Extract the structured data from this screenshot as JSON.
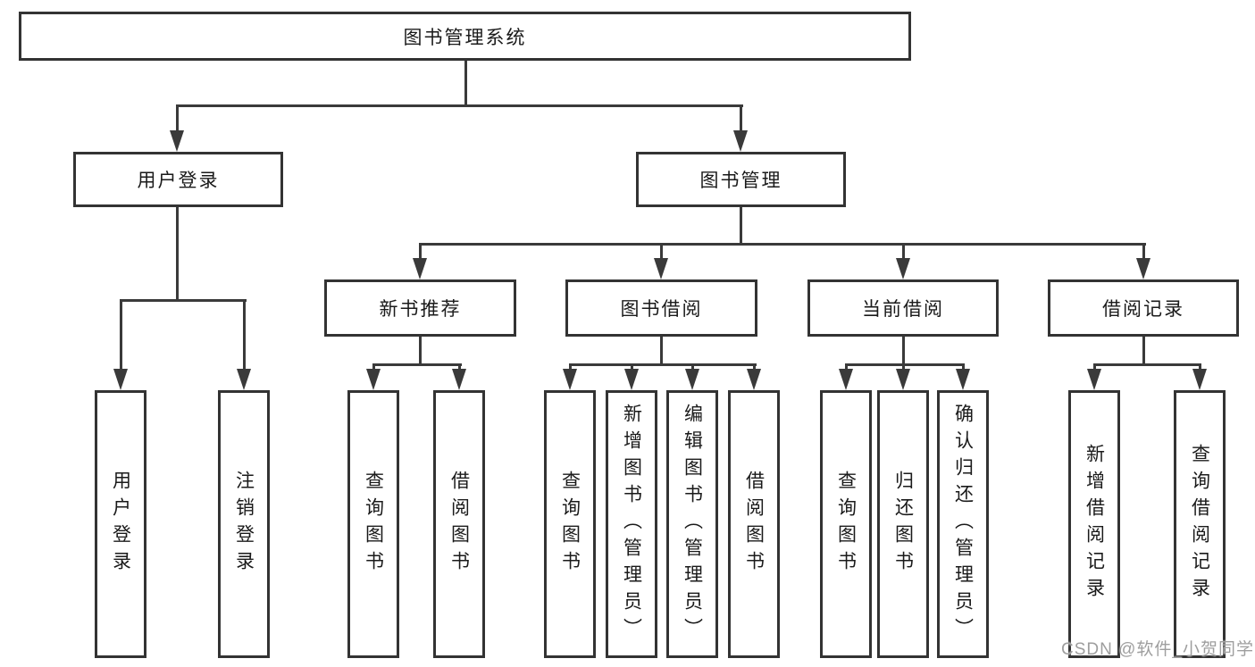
{
  "tree": {
    "root": "图书管理系统",
    "branches": [
      {
        "label": "用户登录",
        "children": [
          "用户登录",
          "注销登录"
        ]
      },
      {
        "label": "图书管理",
        "groups": [
          {
            "label": "新书推荐",
            "children": [
              "查询图书",
              "借阅图书"
            ]
          },
          {
            "label": "图书借阅",
            "children": [
              "查询图书",
              "新增图书（管理员）",
              "编辑图书（管理员）",
              "借阅图书"
            ]
          },
          {
            "label": "当前借阅",
            "children": [
              "查询图书",
              "归还图书",
              "确认归还（管理员）"
            ]
          },
          {
            "label": "借阅记录",
            "children": [
              "新增借阅记录",
              "查询借阅记录"
            ]
          }
        ]
      }
    ]
  },
  "watermark": {
    "text": "CSDN @软件_小贺同学"
  },
  "colors": {
    "line": "#3a3a3a",
    "box_border": "#333333",
    "text": "#1a1a1a",
    "watermark": "#9e9e9e",
    "background": "#ffffff"
  }
}
